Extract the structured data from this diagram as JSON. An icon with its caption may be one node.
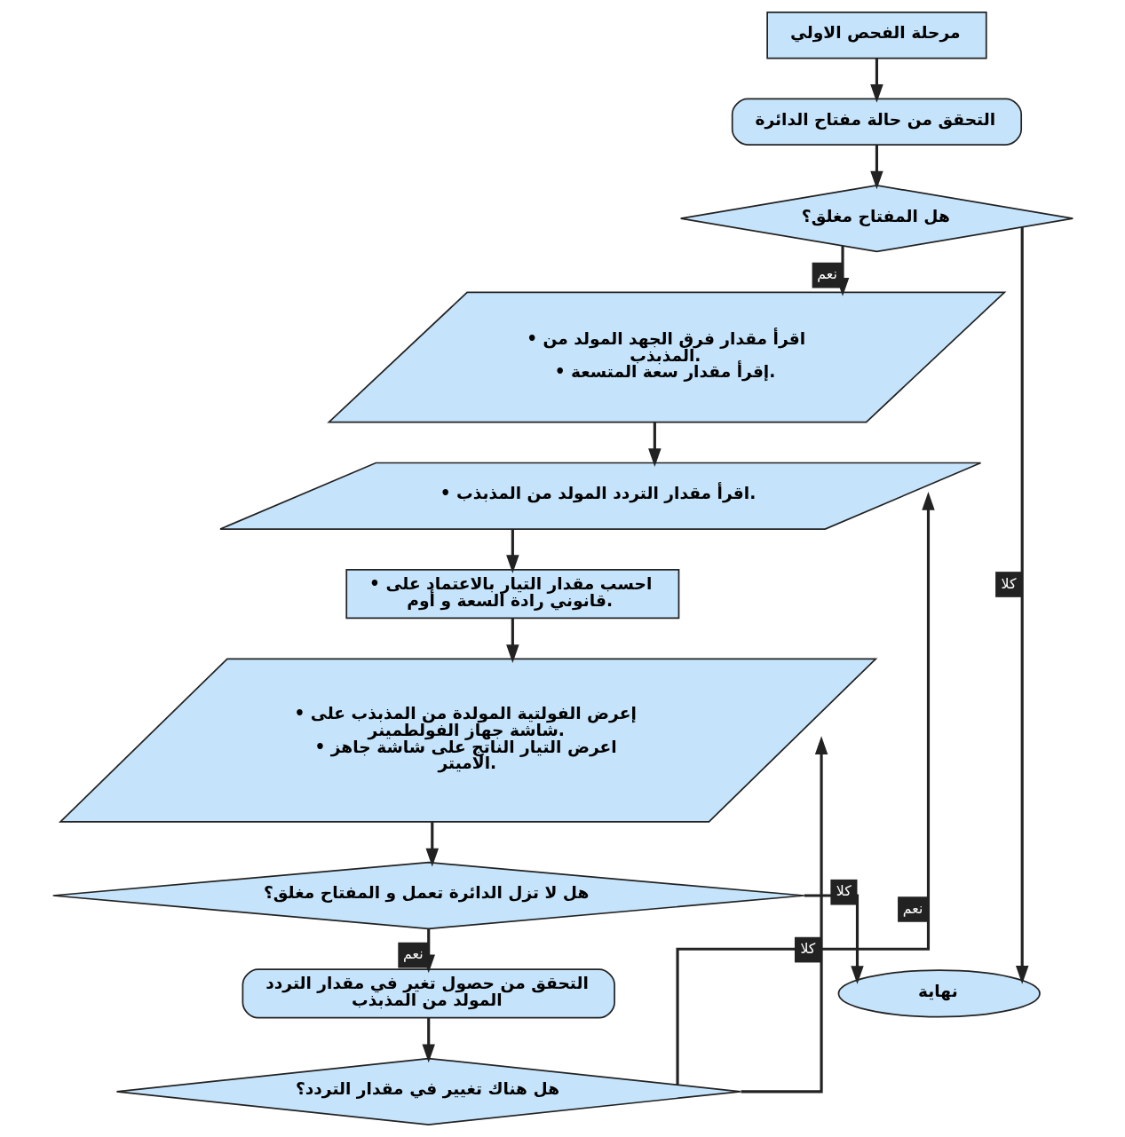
{
  "diagram": {
    "nodes": [
      {
        "text": [
          "مرحلة الفحص الاولي"
        ]
      },
      {
        "text": [
          "التحقق من حالة مفتاح الدائرة"
        ]
      },
      {
        "text": [
          "هل المفتاح مغلق؟"
        ]
      },
      {
        "text": [
          "• اقرأ مقدار فرق الجهد المولد من المذبذب.",
          "• إقرأ مقدار سعة المتسعة."
        ]
      },
      {
        "text": [
          "• اقرأ مقدار التردد المولد من المذبذب."
        ]
      },
      {
        "text": [
          "• احسب مقدار التيار بالاعتماد على قانوني رادة السعة و أوم."
        ]
      },
      {
        "text": [
          "• إعرض الفولتية المولدة من المذبذب على شاشة جهاز الفولطمينر.",
          "• اعرض التيار الناتج على شاشة جاهز الاميتر."
        ]
      },
      {
        "text": [
          "هل لا تزل الدائرة تعمل و المفتاح مغلق؟"
        ]
      },
      {
        "text": [
          "التحقق من حصول تغير في مقدار التردد المولد من المذبذب"
        ]
      },
      {
        "text": [
          "هل هناك تغيير في مقدار التردد؟"
        ]
      },
      {
        "text": [
          "نهاية"
        ]
      }
    ],
    "edges": [
      {
        "from": 0,
        "to": 1,
        "arrow": "to"
      },
      {
        "from": 1,
        "to": 2,
        "arrow": "to"
      },
      {
        "from": 2,
        "to": 3,
        "arrow": "to",
        "label": "نعم"
      },
      {
        "from": 3,
        "to": 4,
        "arrow": "to"
      },
      {
        "from": 4,
        "to": 5,
        "arrow": "to"
      },
      {
        "from": 5,
        "to": 6,
        "arrow": "to"
      },
      {
        "from": 6,
        "to": 7,
        "arrow": "to"
      },
      {
        "from": 7,
        "to": 8,
        "arrow": "to",
        "label": "نعم"
      },
      {
        "from": 8,
        "to": 9,
        "arrow": "to"
      },
      {
        "from": 9,
        "to": 6,
        "arrow": "to",
        "label": "كلا"
      },
      {
        "from": 9,
        "to": 4,
        "arrow": "to",
        "label": "نعم"
      },
      {
        "from": 7,
        "to": 10,
        "arrow": "to",
        "label": "كلا"
      },
      {
        "from": 2,
        "to": 10,
        "arrow": "to",
        "label": "كلا"
      }
    ]
  }
}
